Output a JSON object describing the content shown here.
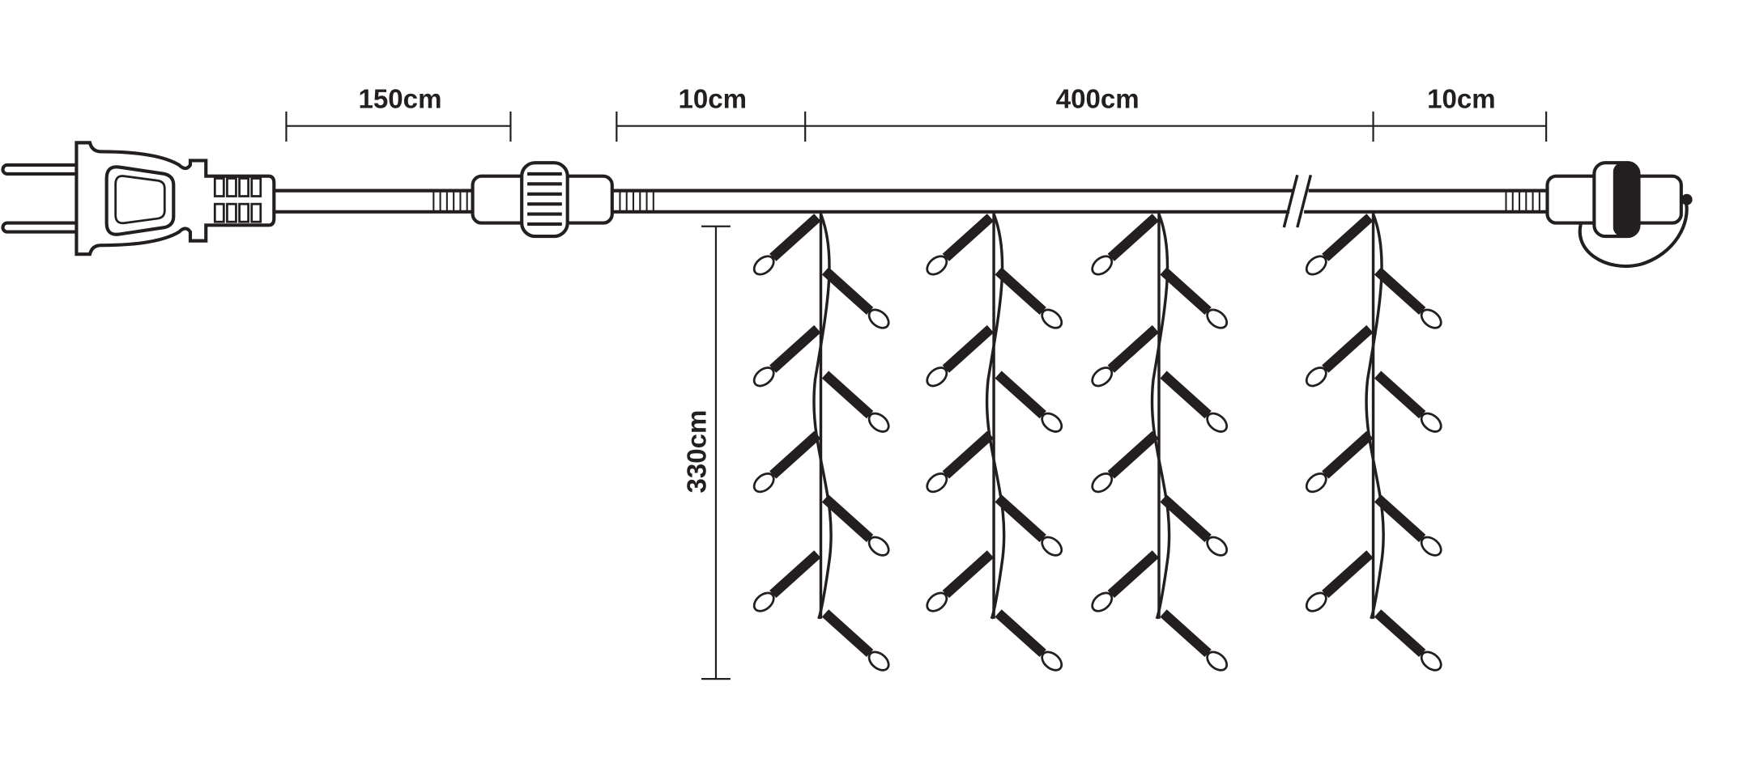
{
  "dimensions": {
    "lead_cable": "150cm",
    "first_gap": "10cm",
    "strand_span": "400cm",
    "last_gap": "10cm",
    "drop_height": "330cm"
  },
  "diagram": {
    "strand_count_shown": 4,
    "bulbs_per_strand_shown": 8,
    "line_color": "#231f20"
  }
}
